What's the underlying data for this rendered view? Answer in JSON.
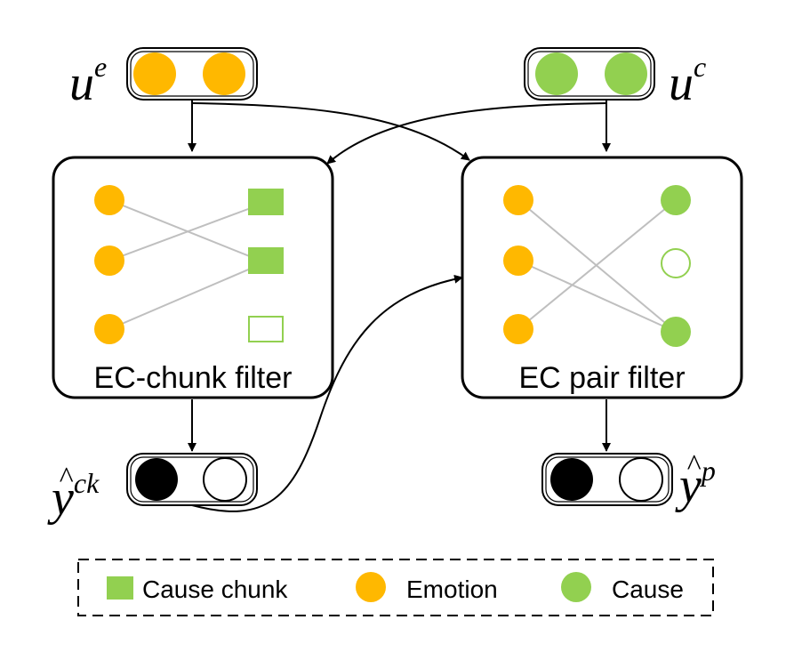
{
  "colors": {
    "emotion": "#FFB800",
    "cause": "#92D050",
    "predicted": "#000000",
    "line": "#BFBFBF",
    "stroke": "#000000"
  },
  "inputs": {
    "emotion_label_base": "u",
    "emotion_label_sup": "e",
    "cause_label_base": "u",
    "cause_label_sup": "c"
  },
  "filters": {
    "chunk_filter_label": "EC-chunk filter",
    "pair_filter_label": "EC pair filter"
  },
  "outputs": {
    "chunk_output_base": "y",
    "chunk_output_hat": "^",
    "chunk_output_sup": "ck",
    "pair_output_base": "y",
    "pair_output_hat": "^",
    "pair_output_sup": "p"
  },
  "legend": {
    "items": [
      {
        "label": "Cause chunk",
        "icon": "green-square-icon"
      },
      {
        "label": "Emotion",
        "icon": "orange-circle-icon"
      },
      {
        "label": "Cause",
        "icon": "green-circle-icon"
      }
    ]
  }
}
